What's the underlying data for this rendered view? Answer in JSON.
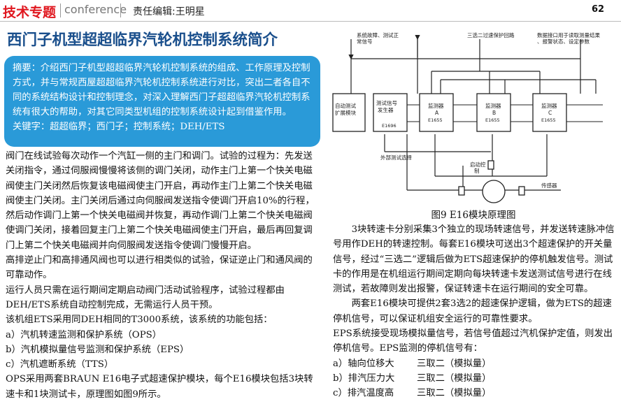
{
  "header": {
    "brand": "技术专题",
    "conference": "conference",
    "editor": "责任编辑:王明星",
    "page_number": "62"
  },
  "title": "西门子机型超超临界汽轮机控制系统简介",
  "abstract": {
    "text": "摘要：介绍西门子机型超超临界汽轮机控制系统的组成、工作原理及控制方式，并与常规西屋超超临界汽轮机控制系统进行对比，突出二者各自不同的系统结构设计和控制理念，对深入理解西门子超超临界汽轮机控制系统有很大的帮助，对其它同类型机组的控制系统设计起到借鉴作用。",
    "keywords": "关键字：超超临界；西门子；控制系统；DEH/ETS"
  },
  "left_paragraphs": [
    "阀门在线试验每次动作一个汽缸一侧的主门和调门。试验的过程为：先发送关闭指令，通过伺服阀慢慢将该侧的调门关闭，动作主门上第一个快关电磁阀使主门关闭然后恢复该电磁阀使主门开启，再动作主门上第二个快关电磁阀使主门关闭。主门关闭后通过向伺服阀发送指令使调门开启10%的行程，然后动作调门上第一个快关电磁阀并恢复，再动作调门上第二个快关电磁阀使调门关闭，接着回复主门上第二个快关电磁阀使主门开启，最后再回复调门上第二个快关电磁阀并向伺服阀发送指令使调门慢慢开启。",
    "高排逆止门和高排通风阀也可以进行相类似的试验，保证逆止门和通风阀的可靠动作。",
    "运行人员只需在运行期间定期启动阀门活动试验程序，试验过程都由DEH/ETS系统自动控制完成，无需运行人员干预。",
    "该机组ETS采用同DEH相同的T3000系统，该系统的功能包括：",
    "a）汽机转速监测和保护系统（OPS）",
    "b）汽机模拟量信号监测和保护系统（EPS）",
    "c）汽机遮断系统（TTS）",
    "OPS采用两套BRAUN E16电子式超速保护模块，每个E16模块包括3块转速卡和1块测试卡，原理图如图9所示。"
  ],
  "figure": {
    "caption": "图9  E16模块原理图",
    "labels": {
      "top1": "系统故障、测试正\n常信号",
      "top2": "三选二过速保护回路",
      "top3": "数据接口用于读取测量结果\n、报警状态、设定参数",
      "module0": "自动测试\n扩展模块",
      "module1": "测试信号\n发生器",
      "module1_sub": "E1696",
      "monA": "监测器\nA\nE1655",
      "monB": "监测器\nB\nE1655",
      "monC": "监测器\nC\nE1655",
      "ext": "外部测试选择",
      "ctrl": "启动控\n制",
      "sensor": "传感器"
    }
  },
  "right_paragraphs": [
    "3块转速卡分别采集3个独立的现场转速信号，并发送转速脉冲信号用作DEH的转速控制。每套E16模块可送出3个超速保护的开关量信号，经过“三选二”逻辑后做为ETS超速保护的停机触发信号。测试卡的作用是在机组运行期间定期向每块转速卡发送测试信号进行在线测试，若故障则发出报警，保证转速卡在运行期间的安全可靠。",
    "两套E16模块可提供2套3选2的超速保护逻辑，做为ETS的超速停机信号，可以保证机组安全运行的可靠性要求。",
    "EPS系统接受现场模拟量信号，若信号值超过汽机保护定值，则发出停机信号。EPS监测的停机信号有："
  ],
  "eps_list": [
    {
      "item": "a）轴向位移大",
      "logic": "三取二（模拟量）"
    },
    {
      "item": "b）排汽压力大",
      "logic": "三取二（模拟量）"
    },
    {
      "item": "c）排汽温度高",
      "logic": "三取二（模拟量）"
    }
  ]
}
